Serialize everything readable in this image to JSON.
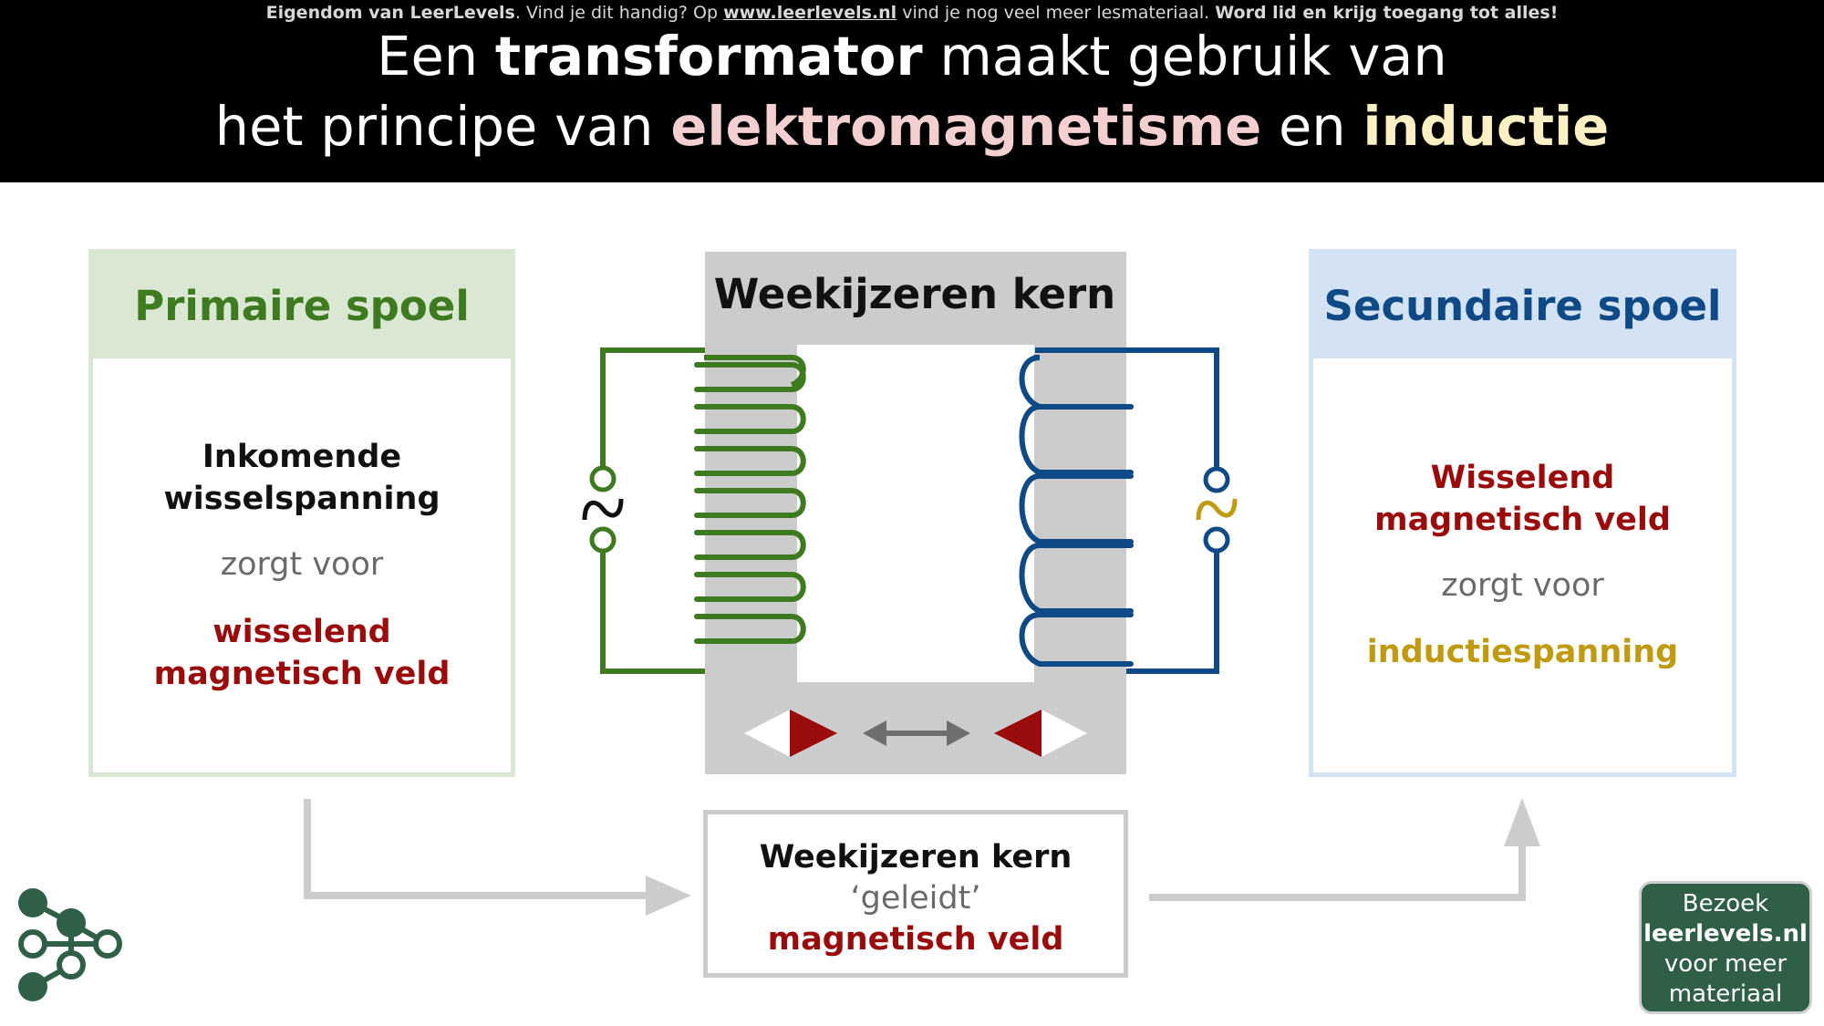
{
  "header": {
    "top_line": {
      "owner": "Eigendom van LeerLevels",
      "mid1": ". Vind je dit handig? Op ",
      "url": "www.leerlevels.nl",
      "mid2": " vind je nog veel meer lesmateriaal. ",
      "cta": "Word lid en krijg toegang tot alles!"
    },
    "title_line1": {
      "pre": "Een ",
      "strong": "transformator",
      "post": " maakt gebruik van"
    },
    "title_line2": {
      "pre": "het principe van ",
      "em1": "elektromagnetisme",
      "mid": " en ",
      "em2": "inductie"
    }
  },
  "primary": {
    "heading": "Primaire spoel",
    "line1": "Inkomende",
    "line2": "wisselspanning",
    "connector": "zorgt voor",
    "result1": "wisselend",
    "result2": "magnetisch veld"
  },
  "core": {
    "heading": "Weekijzeren kern"
  },
  "secondary": {
    "heading": "Secundaire spoel",
    "line1": "Wisselend",
    "line2": "magnetisch veld",
    "connector": "zorgt voor",
    "result": "inductiespanning"
  },
  "core_box": {
    "line1": "Weekijzeren kern",
    "line2": "‘geleidt’",
    "line3": "magnetisch veld"
  },
  "badge": {
    "line1": "Bezoek",
    "line2": "leerlevels.nl",
    "line3": "voor meer",
    "line4": "materiaal"
  },
  "colors": {
    "title_pink": "#f4cfcf",
    "title_yellow": "#fbf0c4",
    "primary_green": "#3e7a20",
    "secondary_blue": "#0f4a86",
    "field_red": "#9a0b0b",
    "induction_gold": "#c09a10",
    "core_gray": "#cccccc",
    "logo_green": "#2f5f46"
  },
  "icons": {
    "primary_source": "ac-source-icon",
    "secondary_source": "ac-source-icon",
    "logo": "leerlevels-network-logo"
  }
}
